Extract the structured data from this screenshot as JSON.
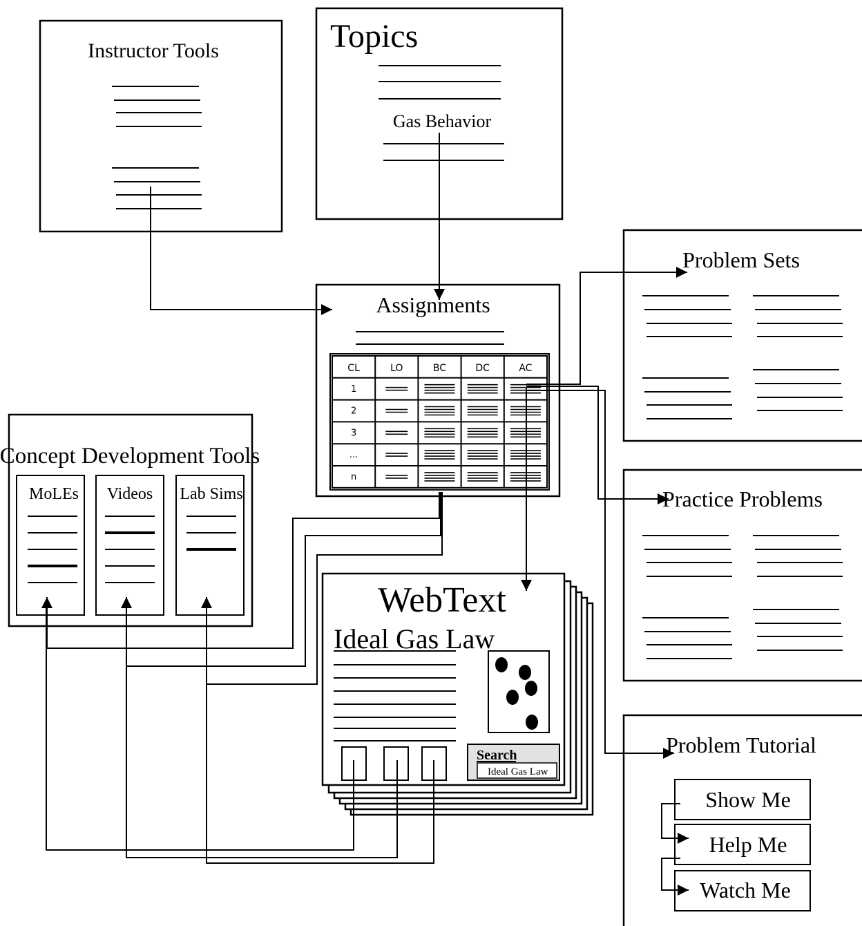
{
  "instructor_tools": {
    "title": "Instructor Tools"
  },
  "topics": {
    "title": "Topics",
    "selected_topic": "Gas Behavior"
  },
  "assignments": {
    "title": "Assignments",
    "columns": [
      "CL",
      "LO",
      "BC",
      "DC",
      "AC"
    ],
    "rows": [
      "1",
      "2",
      "3",
      "...",
      "n"
    ]
  },
  "problem_sets": {
    "title": "Problem Sets"
  },
  "practice_problems": {
    "title": "Practice Problems"
  },
  "problem_tutorial": {
    "title": "Problem Tutorial",
    "buttons": [
      "Show Me",
      "Help Me",
      "Watch Me"
    ]
  },
  "concept_tools": {
    "title": "Concept Development Tools",
    "tabs": [
      "MoLEs",
      "Videos",
      "Lab Sims"
    ]
  },
  "webtext": {
    "title": "WebText",
    "heading": "Ideal Gas Law",
    "search_label": "Search",
    "search_value": "Ideal Gas Law"
  }
}
